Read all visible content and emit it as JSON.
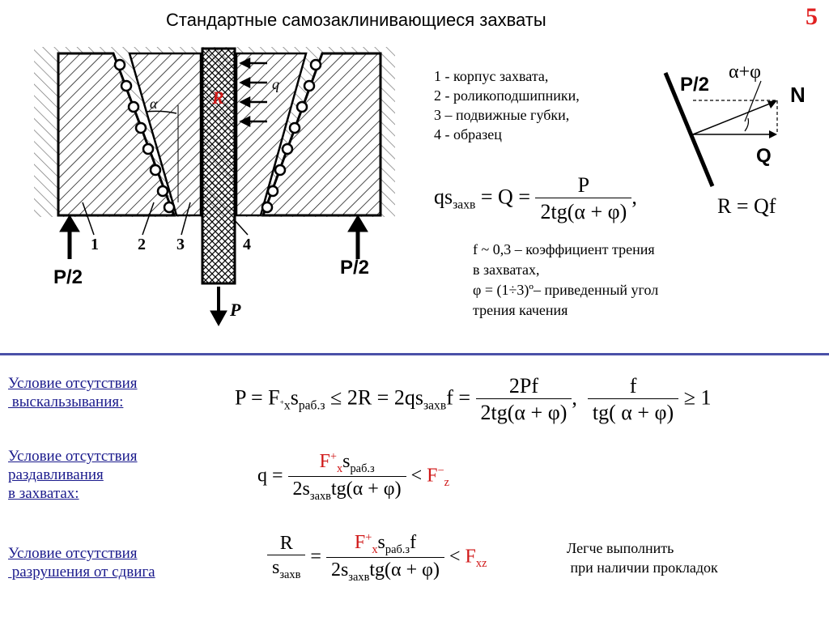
{
  "title": "Стандартные самозаклинивающиеся захваты",
  "page_number": "5",
  "diagram": {
    "label_R": "R",
    "label_q": "q",
    "label_alpha": "α",
    "part1": "1",
    "part2": "2",
    "part3": "3",
    "part4": "4",
    "force_left": "P/2",
    "force_right": "P/2",
    "force_down": "P",
    "vector_P2": "P/2",
    "vector_angle": "α+φ",
    "vector_N": "N",
    "vector_Q": "Q"
  },
  "legend": [
    "1 - корпус захвата,",
    "2 - роликоподшипники,",
    "3 – подвижные губки,",
    "4 - образец"
  ],
  "formulas": {
    "f1_lhs": "qs",
    "f1_sub": "захв",
    "f1_eq": " = Q = ",
    "f1_num": "P",
    "f1_den": "2tg(α + φ)",
    "f1_comma": ",",
    "f2": "R = Qf"
  },
  "notes": [
    "f ~ 0,3 – коэффициент трения",
    "в захватах,",
    "φ = (1÷3)º– приведенный угол",
    "трения качения"
  ],
  "conditions": [
    {
      "line1": "Условие отсутствия",
      "line2": " выскальзывания:"
    },
    {
      "line1": "Условие отсутствия",
      "line2": "раздавливания",
      "line3": "в захватах:"
    },
    {
      "line1": "Условие отсутствия",
      "line2": " разрушения от сдвига"
    }
  ],
  "eq1": {
    "lhs": "P = F",
    "lhs_sub": "x",
    "lhs_sup": "+",
    "s": "s",
    "s_sub": "раб.з",
    "mid": " ≤ 2R = 2qs",
    "mid_sub": "захв",
    "mid2": "f = ",
    "num": "2Pf",
    "den": "2tg(α + φ)",
    "comma": ",",
    "num2": "f",
    "den2": "tg( α + φ)",
    "tail": " ≥ 1"
  },
  "eq2": {
    "lhs": "q = ",
    "num_F": "F",
    "num_F_sub": "x",
    "num_F_sup": "+",
    "num_s": "s",
    "num_s_sub": "раб.з",
    "den": "2s",
    "den_sub": "захв",
    "den_tail": "tg(α + φ)",
    "lt": " < ",
    "rhs_F": "F",
    "rhs_sub": "z",
    "rhs_sup": "−"
  },
  "eq3": {
    "num_R": "R",
    "den_s": "s",
    "den_s_sub": "захв",
    "eq": " = ",
    "num_F": "F",
    "num_F_sub": "x",
    "num_F_sup": "+",
    "num_s": "s",
    "num_s_sub": "раб.з",
    "num_f": "f",
    "den2": "2s",
    "den2_sub": "захв",
    "den2_tail": "tg(α + φ)",
    "lt": " < ",
    "rhs_F": "F",
    "rhs_sub": "xz"
  },
  "note_bottom": [
    "Легче выполнить",
    " при наличии прокладок"
  ]
}
